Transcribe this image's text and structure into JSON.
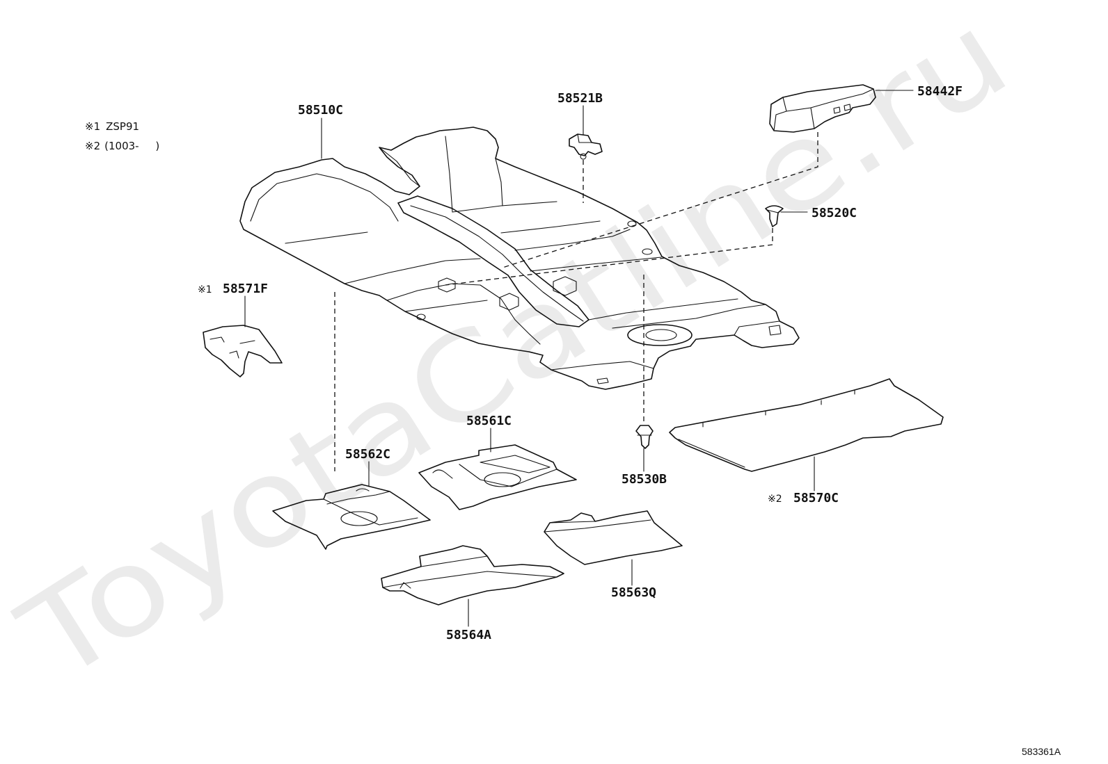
{
  "diagram": {
    "code": "583361A",
    "watermark": "ToyotaCatline.ru"
  },
  "notes": [
    {
      "mark": "※1",
      "text": "ZSP91"
    },
    {
      "mark": "※2",
      "text": "(1003-     )"
    }
  ],
  "parts": [
    {
      "number": "58510C"
    },
    {
      "number": "58521B"
    },
    {
      "number": "58442F"
    },
    {
      "number": "58520C"
    },
    {
      "mark": "※1",
      "number": "58571F"
    },
    {
      "number": "58561C"
    },
    {
      "number": "58562C"
    },
    {
      "number": "58530B"
    },
    {
      "mark": "※2",
      "number": "58570C"
    },
    {
      "number": "58563Q"
    },
    {
      "number": "58564A"
    }
  ],
  "colors": {
    "line": "#111111",
    "watermark": "#ebebeb",
    "background": "#ffffff"
  }
}
